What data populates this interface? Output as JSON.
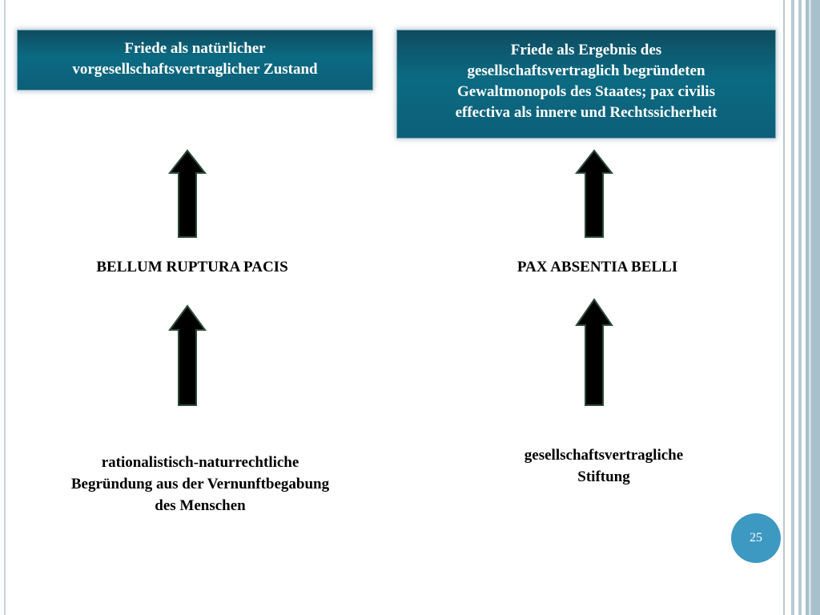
{
  "slide": {
    "page_number": "25",
    "accent_color": "#0b6a82",
    "badge_color": "#3d98c2"
  },
  "left_column": {
    "top_box_lines": [
      "Friede als natürlicher",
      "vorgesellschaftsvertraglicher Zustand"
    ],
    "middle_label": "BELLUM RUPTURA PACIS",
    "bottom_label_lines": [
      "rationalistisch-naturrechtliche",
      "Begründung aus der Vernunftbegabung",
      "des Menschen"
    ]
  },
  "right_column": {
    "top_box_lines": [
      "Friede als Ergebnis des",
      "gesellschaftsvertraglich begründeten",
      "Gewaltmonopols des Staates; pax civilis",
      "effectiva als innere und Rechtssicherheit"
    ],
    "middle_label": "PAX ABSENTIA BELLI",
    "bottom_label_lines": [
      "gesellschaftsvertragliche",
      "Stiftung"
    ]
  },
  "icons": {
    "arrow": "up-arrow-icon"
  }
}
